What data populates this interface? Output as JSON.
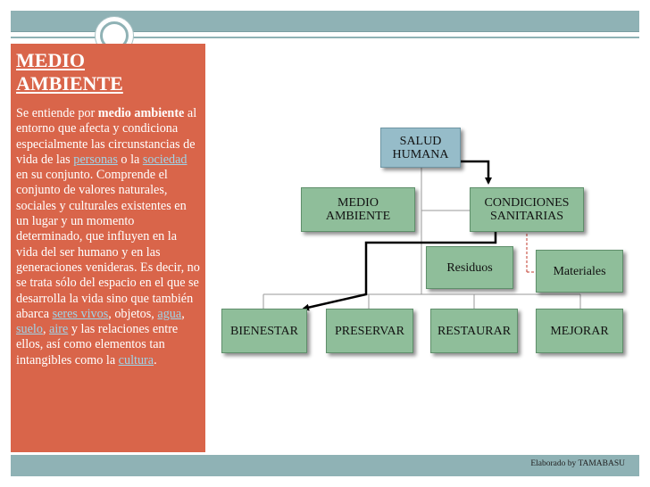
{
  "panel": {
    "title_line1": "MEDIO",
    "title_line2": "AMBIENTE",
    "body": {
      "t1": "Se entiende por ",
      "b1": "medio ambiente",
      "t2": " al entorno que afecta y condiciona especialmente las circunstancias de vida de las ",
      "l1": "personas",
      "t3": " o la ",
      "l2": "sociedad",
      "t4": " en su conjunto. Comprende el conjunto de valores naturales, sociales y culturales existentes en un lugar y un momento determinado, que influyen en la vida del ser humano y en las generaciones venideras. Es decir, no se trata sólo del espacio en el que se desarrolla la vida sino que también abarca ",
      "l3": "seres vivos",
      "t5": ", objetos, ",
      "l4": "agua",
      "t6": ", ",
      "l5": "suelo",
      "t7": ", ",
      "l6": "aire",
      "t8": " y las relaciones entre ellos, así como elementos tan intangibles como la ",
      "l7": "cultura",
      "t9": "."
    }
  },
  "diagram": {
    "salud_line1": "SALUD",
    "salud_line2": "HUMANA",
    "medio_line1": "MEDIO",
    "medio_line2": "AMBIENTE",
    "cond_line1": "CONDICIONES",
    "cond_line2": "SANITARIAS",
    "residuos": "Residuos",
    "materiales": "Materiales",
    "bienestar": "BIENESTAR",
    "preservar": "PRESERVAR",
    "restaurar": "RESTAURAR",
    "mejorar": "MEJORAR"
  },
  "footer": "Elaborado by TAMABASU",
  "colors": {
    "panel": "#d9654a",
    "bar": "#8fb2b5",
    "node_green": "#8fbe9a",
    "node_blue": "#96bcc9"
  }
}
